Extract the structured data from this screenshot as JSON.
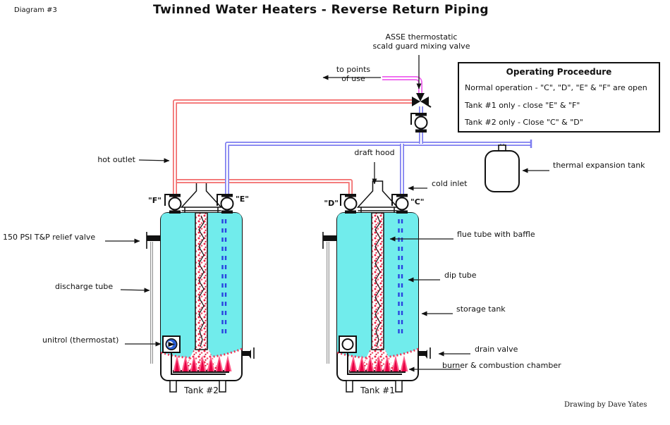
{
  "page": {
    "diagram_number": "Diagram #3",
    "title": "Twinned Water Heaters - Reverse Return Piping",
    "credit": "Drawing by Dave Yates"
  },
  "procedure_box": {
    "title": "Operating Proceedure",
    "lines": [
      "Normal operation -  \"C\", \"D\", \"E\" & \"F\" are open",
      "Tank #1 only - close \"E\" & \"F\"",
      "Tank #2 only - Close \"C\" & \"D\""
    ]
  },
  "callouts": {
    "mixing_valve_line1": "ASSE thermostatic",
    "mixing_valve_line2": "scald guard mixing valve",
    "to_points_line1": "to points",
    "to_points_line2": "of use",
    "hot_outlet": "hot outlet",
    "draft_hood": "draft hood",
    "cold_inlet": "cold inlet",
    "thermal_expansion_tank": "thermal expansion tank",
    "relief_valve": "150 PSI T&P relief valve",
    "discharge_tube": "discharge tube",
    "unitrol": "unitrol (thermostat)",
    "flue_tube": "flue tube with baffle",
    "dip_tube": "dip tube",
    "storage_tank": "storage tank",
    "drain_valve": "drain valve",
    "burner": "burner & combustion chamber"
  },
  "valve_tags": {
    "f": "\"F\"",
    "e": "\"E\"",
    "d": "\"D\"",
    "c": "\"C\""
  },
  "tanks": {
    "tank2": "Tank #2",
    "tank1": "Tank #1"
  },
  "colors": {
    "hot": "#f26a6a",
    "cold": "#7d7df0",
    "mixed": "#ee5fee",
    "tank-fill": "#71ecec",
    "flame": "#e60044",
    "flame-light": "#ff5f8a",
    "dip": "#2a44e0",
    "leader": "#1a1a1a"
  }
}
